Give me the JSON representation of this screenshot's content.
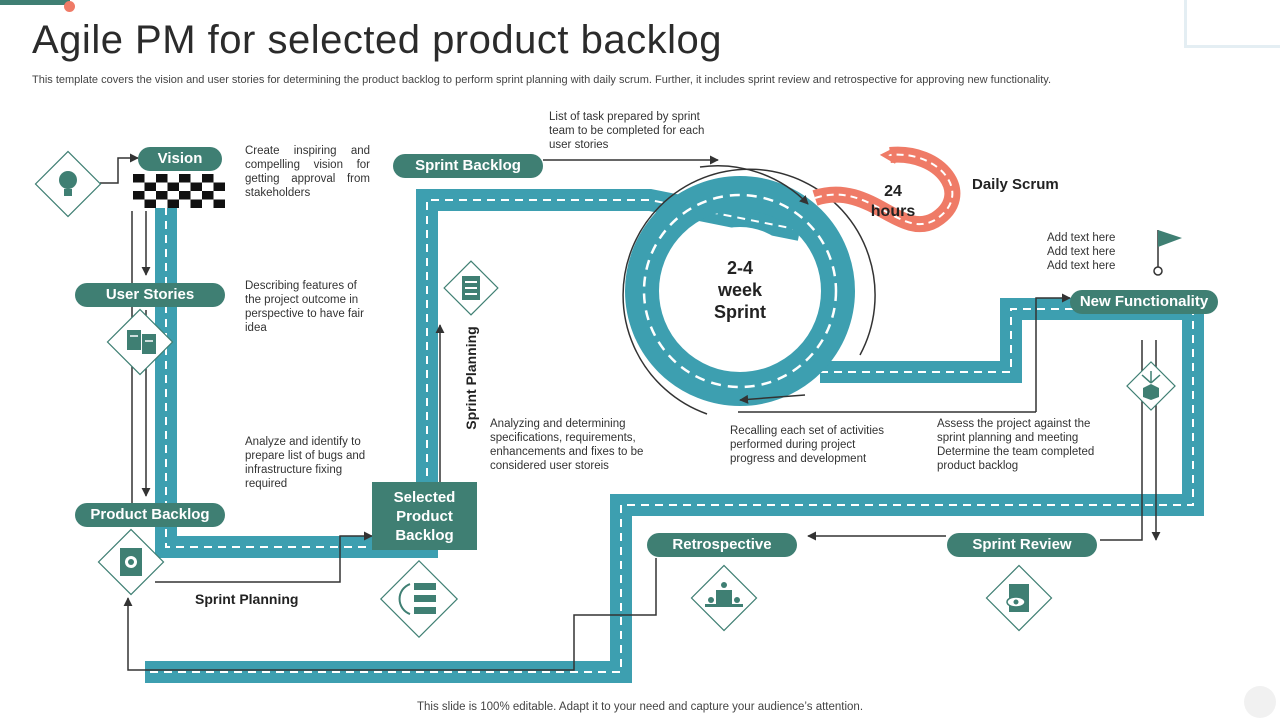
{
  "header": {
    "title": "Agile PM for selected product backlog",
    "subtitle": "This template covers the vision and user stories for determining the product backlog to perform sprint planning with daily scrum. Further, it includes sprint review and retrospective for approving new functionality."
  },
  "stages": {
    "vision": "Vision",
    "user_stories": "User Stories",
    "product_backlog": "Product Backlog",
    "selected_backlog": "Selected Product Backlog",
    "sprint_backlog": "Sprint Backlog",
    "new_functionality": "New Functionality",
    "sprint_review": "Sprint Review",
    "retrospective": "Retrospective"
  },
  "labels": {
    "sprint_planning_bottom": "Sprint Planning",
    "sprint_planning_vertical": "Sprint Planning",
    "daily_scrum": "Daily Scrum",
    "hours_value": "24",
    "hours_unit": "hours",
    "sprint_line1": "2-4",
    "sprint_line2": "week",
    "sprint_line3": "Sprint"
  },
  "descriptions": {
    "vision": "Create inspiring and compelling vision for getting approval from stakeholders",
    "user_stories": "Describing features of the project outcome in perspective to have fair idea",
    "product_backlog": "Analyze and identify to prepare list of bugs and infrastructure fixing required",
    "sprint_backlog": "List of task prepared by sprint team to be completed for each user stories",
    "selected_backlog": "Analyzing and determining specifications, requirements, enhancements and fixes to be considered user storeis",
    "sprint_review": "Recalling each set of activities performed during project progress and development",
    "retrospective": "Assess the project against the sprint planning and meeting Determine the team completed product backlog",
    "new_functionality": "Add text here Add text here Add text here"
  },
  "icons": {
    "vision": "lightbulb-icon",
    "start": "checkered-flag-icon",
    "user_stories": "documents-icon",
    "product_backlog": "gear-document-icon",
    "sprint_planning": "list-icon",
    "selected_backlog": "refresh-list-icon",
    "new_functionality": "box-arrows-icon",
    "retrospective": "team-meeting-icon",
    "sprint_review": "review-checklist-icon",
    "finish": "finish-flag-icon"
  },
  "footer": "This slide is 100% editable. Adapt it to your need and capture your audience’s attention.",
  "colors": {
    "road": "#3d9fb0",
    "accent": "#3f7f73",
    "scrum": "#ef7b67"
  }
}
